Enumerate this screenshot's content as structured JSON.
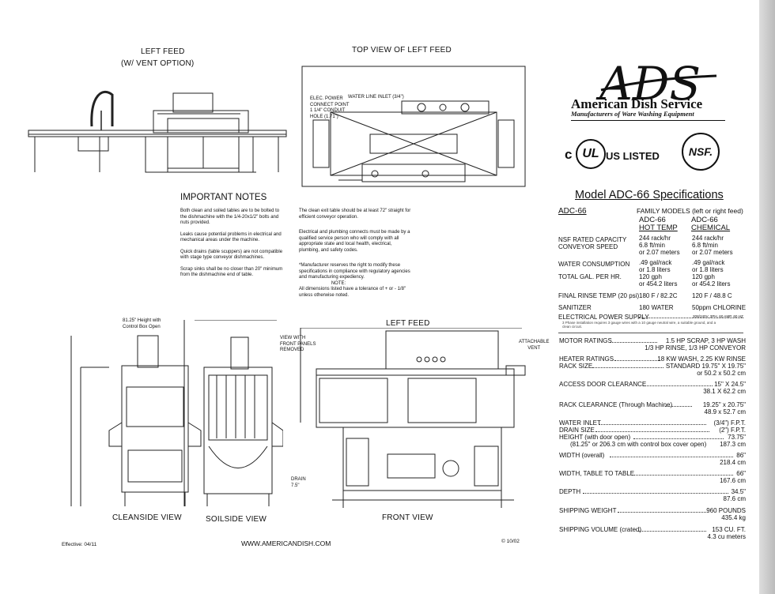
{
  "views": {
    "left_feed_top": "LEFT FEED",
    "vent_option": "(W/ VENT OPTION)",
    "top_view": "TOP VIEW OF LEFT FEED",
    "elec_power": "ELEC. POWER\nCONNECT POINT\n1 1/4\" CONDUIT\nHOLE (1.71\")",
    "water_inlet_label": "WATER LINE INLET (3/4\")",
    "left_feed_bottom": "LEFT FEED",
    "view_with_panels": "VIEW WITH\nFRONT PANELS\nREMOVED",
    "attachable_vent": "ATTACHABLE\nVENT",
    "height_note": "81.25\" Height with\nControl Box Open",
    "drain_label": "DRAIN\n7.5\"",
    "cleanside": "CLEANSIDE VIEW",
    "soilside": "SOILSIDE VIEW",
    "front": "FRONT VIEW"
  },
  "notes": {
    "heading": "IMPORTANT NOTES",
    "col1": [
      "Both clean and soiled tables are to be bolted to the dishmachine with the 1/4-20x1/2\" bolts and nuts provided.",
      "Leaks cause potential problems in electrical and mechanical areas under the machine.",
      "Quick drains (table scuppers) are not compatible with stage type conveyor dishmachines.",
      "Scrap sinks shall be no closer than 20\" minimum from the dishmachine end of table."
    ],
    "col2": [
      "The clean exit table should be at least 72\" straight for efficient conveyor operation.",
      "Electrical and plumbing connects must be made by a qualified service person who will comply with all appropriate state and local health, electrical, plumbing, and safety codes.",
      "*Manufacturer reserves the right to modify these specifications in compliance with regulatory agencies and manufacturing expediency."
    ],
    "note_heading": "NOTE:",
    "note_text": "All dimensions listed have a tolerance of + or - 1/8\" unless otherwise noted."
  },
  "brand": {
    "logo_letters": "ADS",
    "name": "American Dish Service",
    "tagline": "Manufacturers of Ware Washing Equipment",
    "ul_text": "US LISTED",
    "ul_c": "c",
    "ul_mark": "UL",
    "nsf": "NSF."
  },
  "specs": {
    "title": "Model ADC-66 Specifications",
    "model": "ADC-66",
    "family": "FAMILY MODELS (left or right feed)",
    "col_hot_1": "ADC-66",
    "col_hot_2": "HOT TEMP",
    "col_chem_1": "ADC-66",
    "col_chem_2": "CHEMICAL",
    "nsf_label": "NSF RATED CAPACITY\nCONVEYOR SPEED",
    "nsf_hot": "244 rack/hr\n6.8 ft/min\nor 2.07 meters",
    "nsf_chem": "244 rack/hr\n6.8 ft/min\nor 2.07 meters",
    "water_label": "WATER CONSUMPTION",
    "total_label": "TOTAL GAL. PER HR.",
    "water_hot": ".49 gal/rack\nor 1.8 liters\n120 gph\nor 454.2 liters",
    "water_chem": ".49 gal/rack\nor 1.8 liters\n120 gph\nor 454.2 liters",
    "rinse_label": "FINAL RINSE TEMP (20 psi)",
    "rinse_hot": "180 F / 82.2C",
    "rinse_chem": "120 F / 48.8 C",
    "sanitizer_label": "SANITIZER",
    "sanitizer_hot": "180  WATER",
    "sanitizer_chem": "50ppm CHLORINE",
    "elec_label": "ELECTRICAL POWER SUPPLY",
    "elec_value": "208/240V, 3PH, 60 AMP, 60 HZ",
    "elec_note": "3 Phase installation requires 3 gauge wires with a 10 gauge neutral wire, a suitable ground, and a clean circuit.",
    "rows": [
      {
        "label": "MOTOR RATINGS",
        "value": "1.5 HP SCRAP, 3 HP WASH",
        "value2": "1/3 HP RINSE,  1/3 HP CONVEYOR"
      },
      {
        "label": "HEATER RATINGS",
        "value": "18 KW WASH, 2.25 KW RINSE"
      },
      {
        "label": "RACK SIZE",
        "value": "STANDARD 19.75\" X 19.75\"",
        "value2": "or 50.2 x 50.2 cm"
      },
      {
        "label": "ACCESS DOOR CLEARANCE",
        "value": "15\" X 24.5\"",
        "value2": "38.1 X 62.2 cm"
      },
      {
        "label": "RACK CLEARANCE (Through Machine)",
        "value": "19.25\" x 20.75\"",
        "value2": "48.9 x 52.7 cm"
      },
      {
        "label": "WATER INLET",
        "value": "(3/4\") F.P.T."
      },
      {
        "label": "DRAIN SIZE",
        "value": "(2\") F.P.T."
      },
      {
        "label": "HEIGHT (with door open)",
        "value": "73.75\"",
        "value2": "187.3 cm",
        "note": "(81.25\" or 206.3 cm with control box cover open)"
      },
      {
        "label": "WIDTH (overall)",
        "value": "86\"",
        "value2": "218.4 cm"
      },
      {
        "label": "WIDTH, TABLE TO TABLE",
        "value": "66\"",
        "value2": "167.6 cm"
      },
      {
        "label": "DEPTH",
        "value": "34.5\"",
        "value2": "87.6 cm"
      },
      {
        "label": "SHIPPING WEIGHT",
        "value": "960 POUNDS",
        "value2": "435.4 kg"
      },
      {
        "label": "SHIPPING VOLUME (crated)",
        "value": "153 CU. FT.",
        "value2": "4.3 cu meters"
      }
    ]
  },
  "footer": {
    "effective": "Effective: 04/11",
    "website": "WWW.AMERICANDISH.COM",
    "copyright": "© 10/02"
  }
}
